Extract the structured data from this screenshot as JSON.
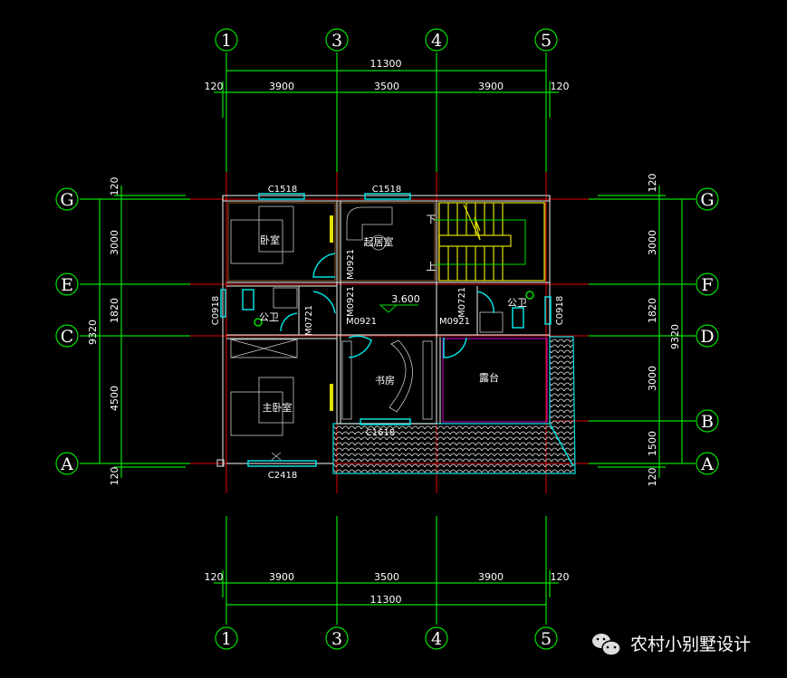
{
  "axes": {
    "top": [
      "1",
      "3",
      "4",
      "5"
    ],
    "bottom": [
      "1",
      "3",
      "4",
      "5"
    ],
    "left": [
      "G",
      "E",
      "C",
      "A"
    ],
    "right": [
      "G",
      "F",
      "D",
      "B",
      "A"
    ]
  },
  "dims": {
    "top_total": "11300",
    "top_segments": [
      "120",
      "3900",
      "3500",
      "3900",
      "120"
    ],
    "bottom_total": "11300",
    "bottom_segments": [
      "120",
      "3900",
      "3500",
      "3900",
      "120"
    ],
    "left_total": "9320",
    "left_segments": [
      "120",
      "3000",
      "1820",
      "4500",
      "120"
    ],
    "right_total": "9320",
    "right_segments": [
      "120",
      "3000",
      "1820",
      "3000",
      "1500",
      "120"
    ]
  },
  "rooms": {
    "bedroom": "卧室",
    "living": "起居室",
    "bath_left": "公卫",
    "bath_right": "公卫",
    "master": "主卧室",
    "study": "书房",
    "terrace": "露台",
    "stair_down": "下",
    "stair_up": "上"
  },
  "openings": {
    "c1518_a": "C1518",
    "c1518_b": "C1518",
    "c2418": "C2418",
    "c1618": "C1618",
    "c0918_l": "C0918",
    "c0918_r": "C0918",
    "m0921_a": "M0921",
    "m0921_b": "M0921",
    "m0921_c": "M0921",
    "m0921_d": "M0921",
    "m0721_a": "M0721",
    "m0721_b": "M0721"
  },
  "elevation": "3.600",
  "watermark": "农村小别墅设计"
}
